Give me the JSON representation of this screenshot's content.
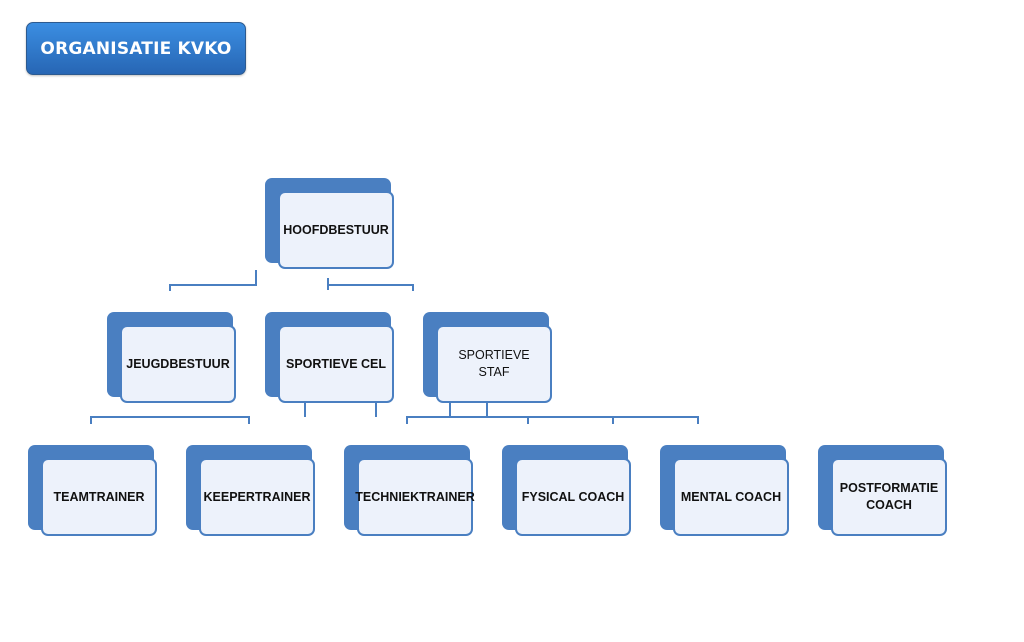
{
  "header": {
    "title": "ORGANISATIE KVKO"
  },
  "colors": {
    "accent": "#4a7fc1",
    "box_fill": "#edf2fb",
    "title_bg": "#2d74c6"
  },
  "chart": {
    "root": {
      "label": "HOOFDBESTUUR"
    },
    "level2": [
      {
        "label": "JEUGDBESTUUR"
      },
      {
        "label": "SPORTIEVE CEL"
      },
      {
        "label": "SPORTIEVE STAF"
      }
    ],
    "level3": [
      {
        "label": "TEAMTRAINER"
      },
      {
        "label": "KEEPERTRAINER"
      },
      {
        "label": "TECHNIEKTRAINER"
      },
      {
        "label": "FYSICAL COACH"
      },
      {
        "label": "MENTAL COACH"
      },
      {
        "label": "POSTFORMATIE COACH"
      }
    ]
  }
}
